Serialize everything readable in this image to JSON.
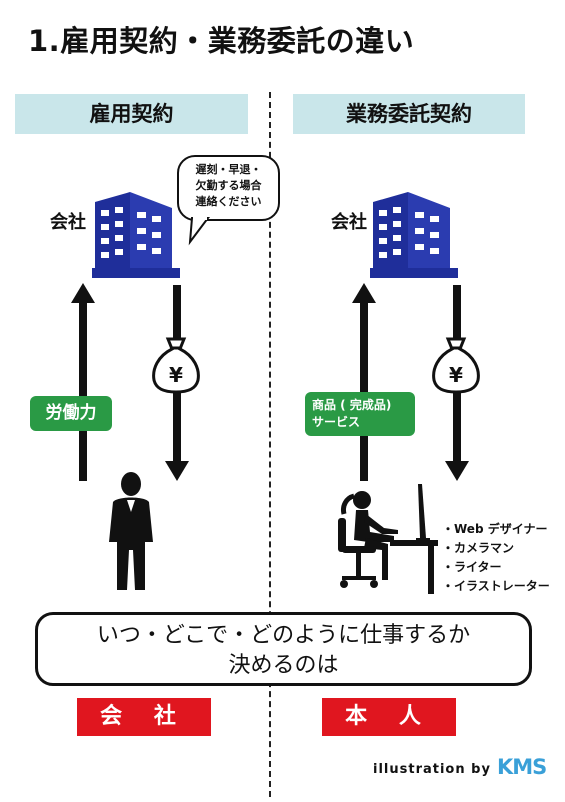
{
  "title": "1.雇用契約・業務委託の違い",
  "left": {
    "header": "雇用契約",
    "company_label": "会社",
    "bubble_lines": [
      "遅刻・早退・",
      "欠勤する場合",
      "連絡ください"
    ],
    "up_label": "労働力",
    "decider": "会 社"
  },
  "right": {
    "header": "業務委託契約",
    "company_label": "会社",
    "up_label_lines": [
      "商品 ( 完成品)",
      "サービス"
    ],
    "occupations": [
      "・Web デザイナー",
      "・カメラマン",
      "・ライター",
      "・イラストレーター"
    ],
    "decider": "本 人"
  },
  "question_lines": [
    "いつ・どこで・どのように仕事するか",
    "決めるのは"
  ],
  "credit": {
    "text": "illustration by",
    "logo": "KMS"
  },
  "colors": {
    "header_bg": "#c9e6ea",
    "green": "#2a9a45",
    "red": "#e0161f",
    "building": "#1f2e9a"
  },
  "icons": [
    "building-icon",
    "money-bag-icon",
    "person-icon",
    "desk-worker-icon",
    "speech-bubble-icon",
    "up-arrow-icon",
    "down-arrow-icon"
  ]
}
